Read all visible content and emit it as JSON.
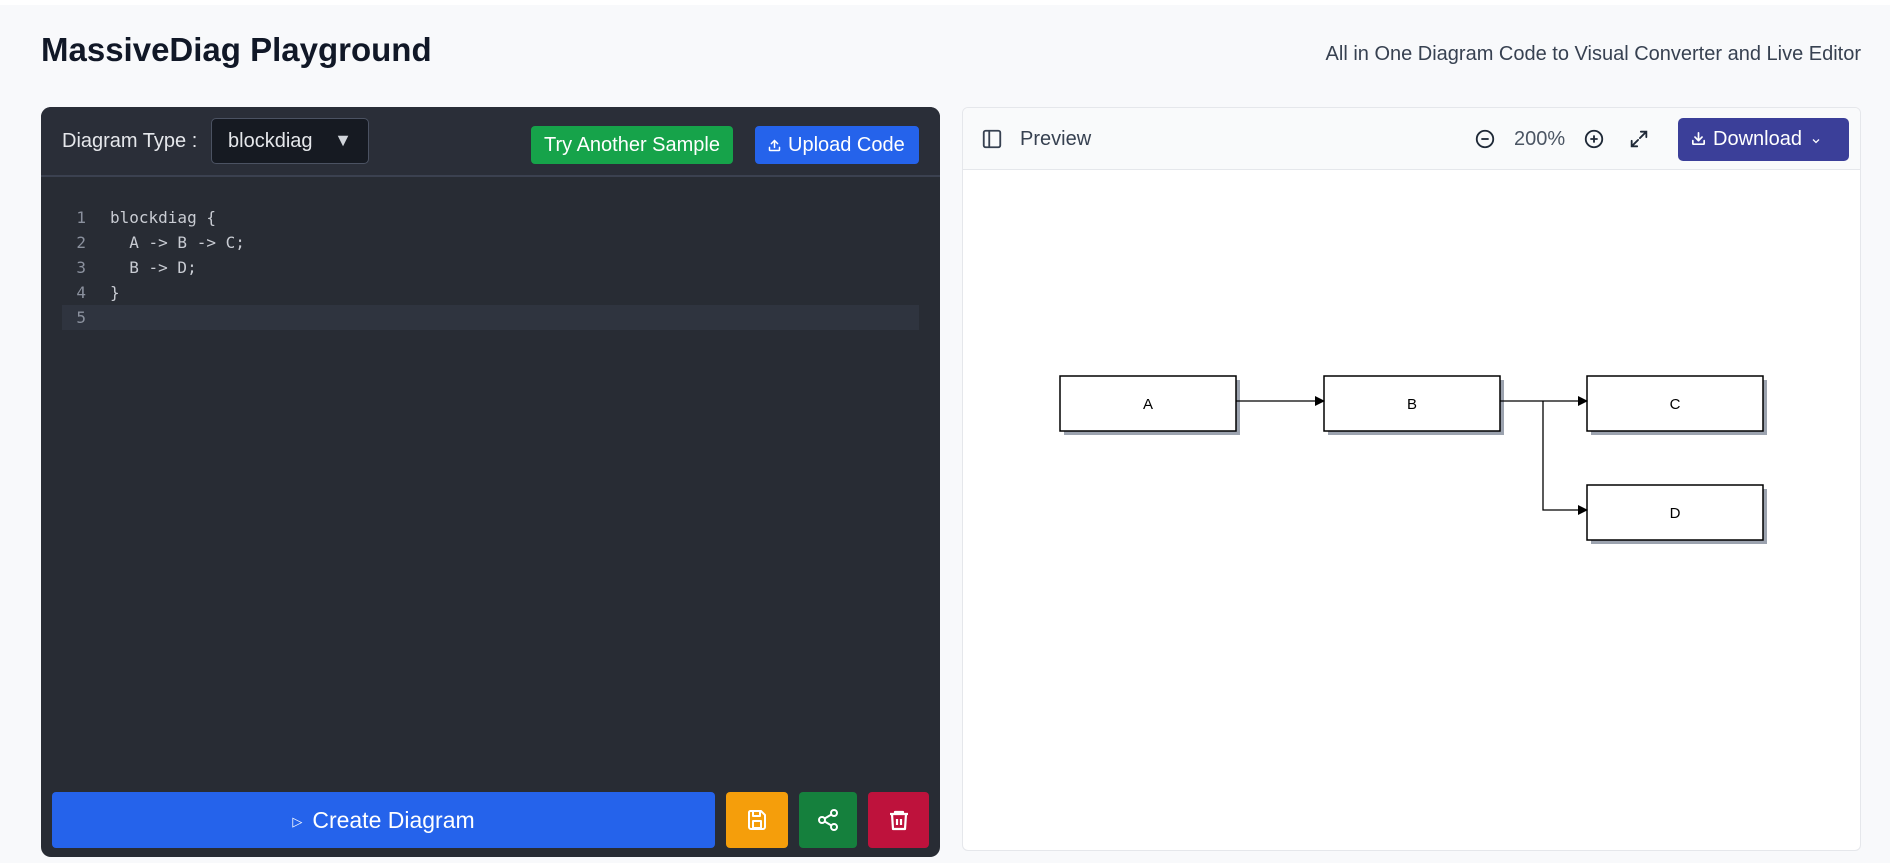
{
  "header": {
    "title": "MassiveDiag Playground",
    "subtitle": "All in One Diagram Code to Visual Converter and Live Editor"
  },
  "editor": {
    "type_label": "Diagram Type :",
    "type_value": "blockdiag",
    "try_sample_label": "Try Another Sample",
    "upload_label": "Upload Code",
    "lines": [
      {
        "num": "1",
        "text": "blockdiag {"
      },
      {
        "num": "2",
        "text": "  A -> B -> C;"
      },
      {
        "num": "3",
        "text": "  B -> D;"
      },
      {
        "num": "4",
        "text": "}"
      },
      {
        "num": "5",
        "text": ""
      }
    ],
    "create_label": "Create Diagram",
    "icons": {
      "play": "play-icon",
      "save": "save-icon",
      "share": "share-icon",
      "delete": "trash-icon",
      "upload": "upload-icon",
      "caret": "chevron-down-icon"
    }
  },
  "preview": {
    "title": "Preview",
    "zoom": "200%",
    "download_label": "Download",
    "nodes": [
      "A",
      "B",
      "C",
      "D"
    ]
  },
  "colors": {
    "editor_bg": "#282c34",
    "primary": "#2563eb",
    "success": "#16a34a",
    "warning": "#f59e0b",
    "share": "#15803d",
    "danger": "#be123c",
    "download": "#3b3f99"
  }
}
